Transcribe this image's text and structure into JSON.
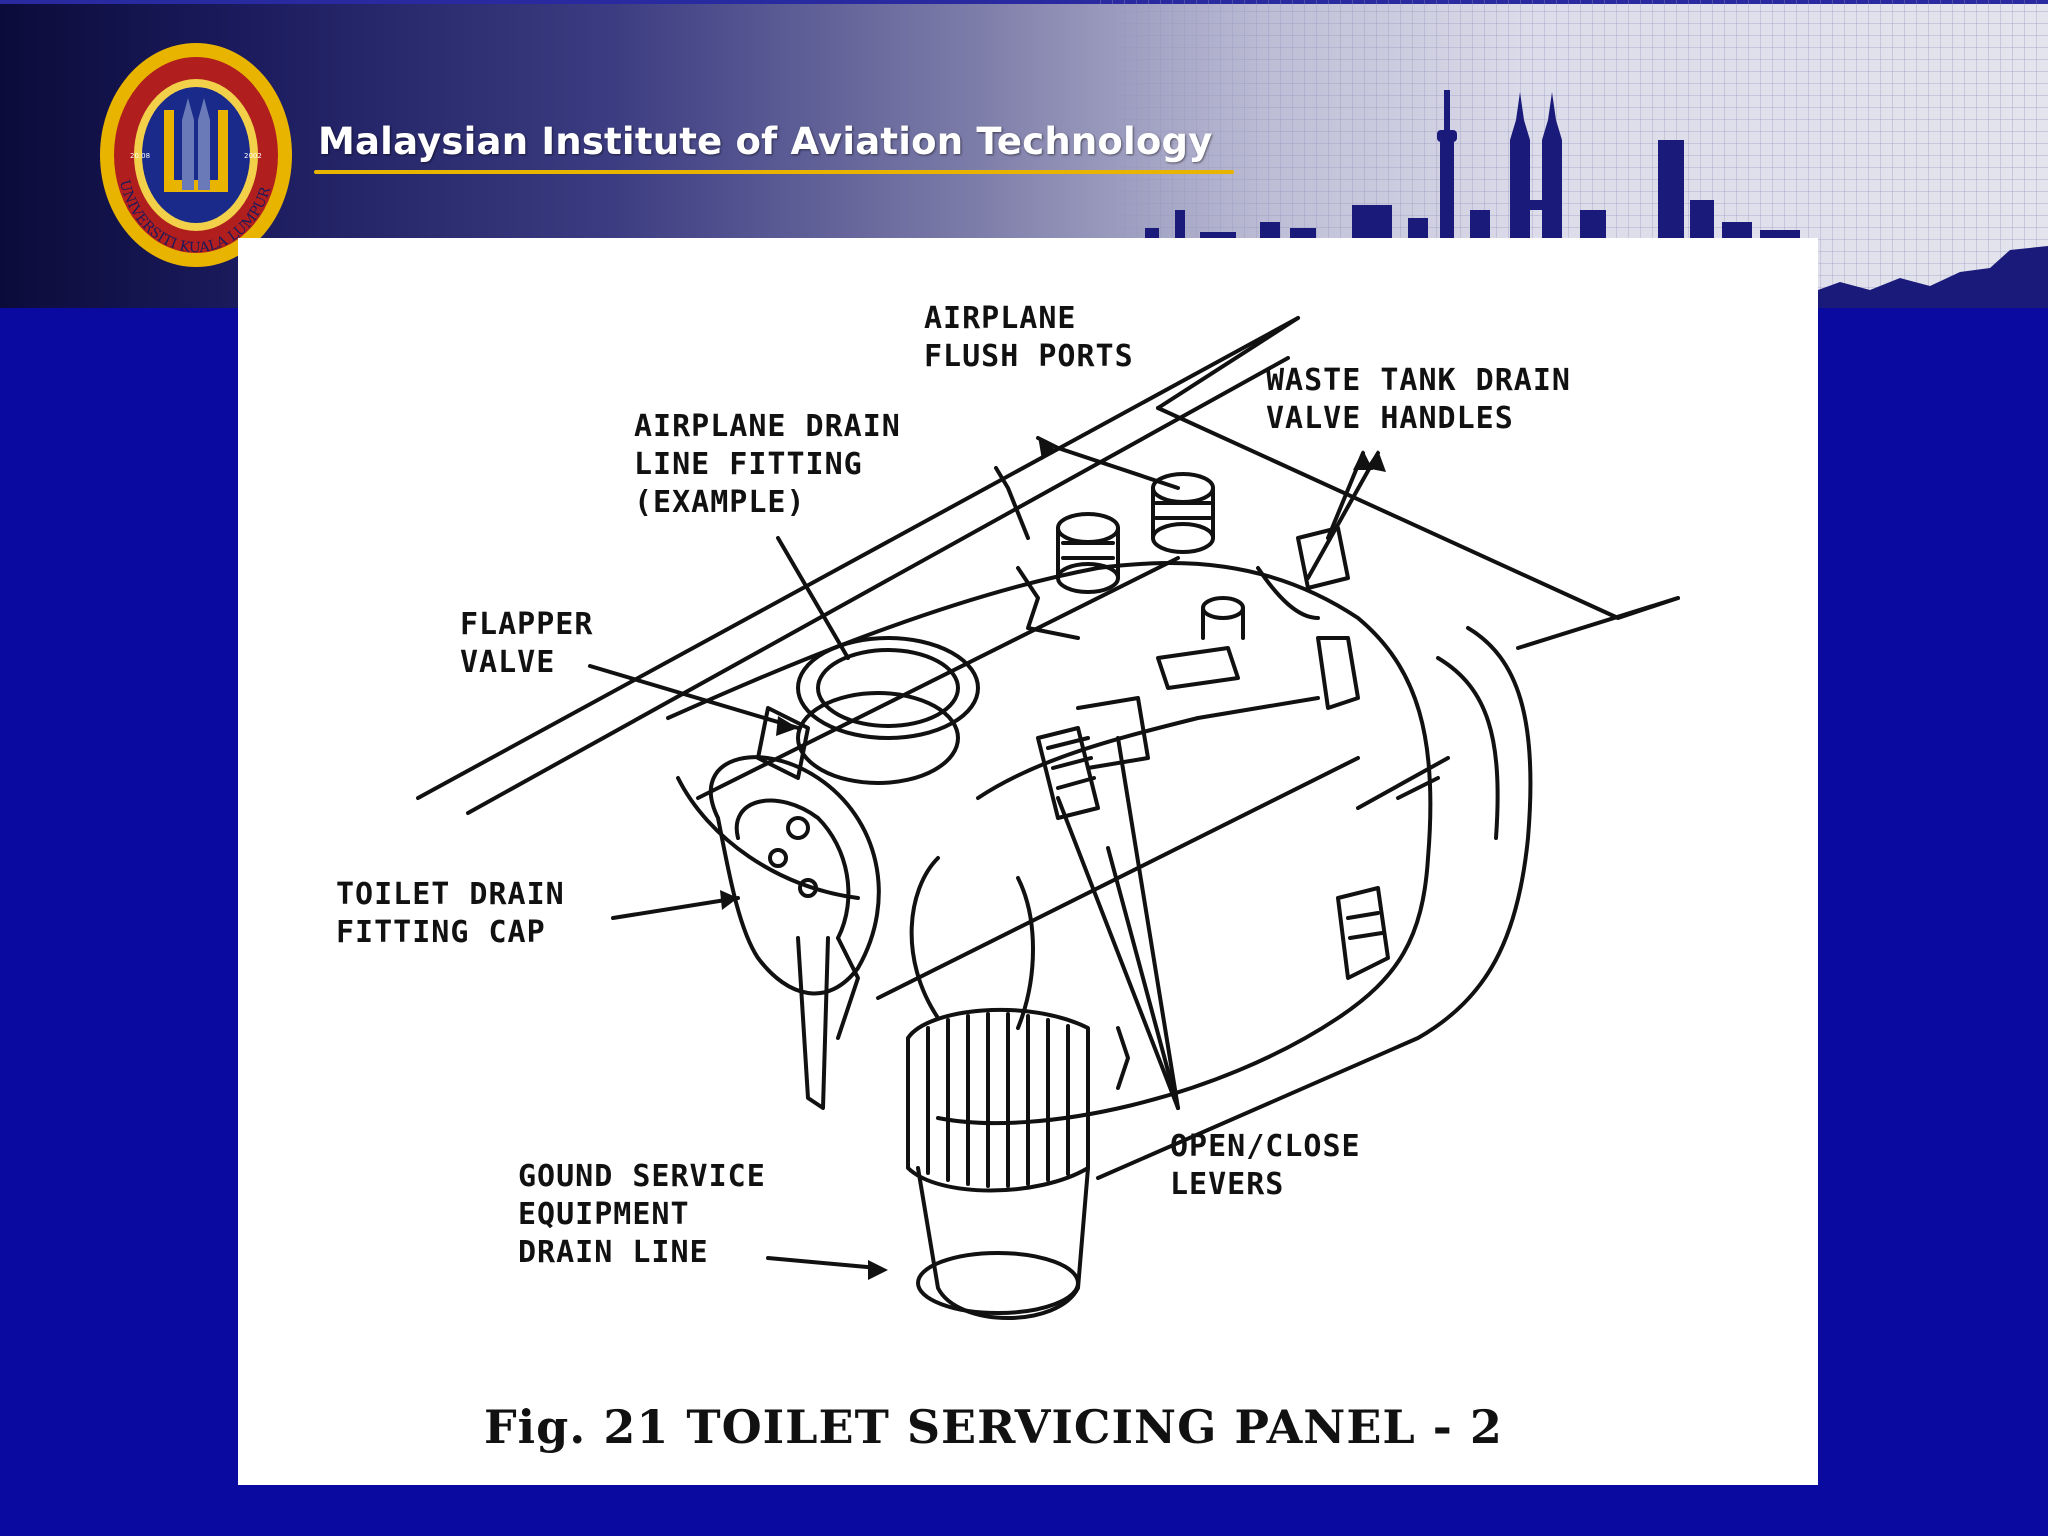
{
  "header": {
    "institution": "Malaysian Institute of Aviation Technology",
    "logo_text_arc": "UNIVERSITI KUALA LUMPUR",
    "logo_year_left": "20.08",
    "logo_year_right": "2002",
    "colors": {
      "gold": "#e8b400",
      "navy": "#0a0aa0",
      "skyline": "#1a1a7a"
    }
  },
  "figure": {
    "caption": "Fig. 21  TOILET SERVICING PANEL - 2",
    "labels": {
      "flush_ports": "AIRPLANE\nFLUSH PORTS",
      "waste_tank": "WASTE TANK DRAIN\nVALVE HANDLES",
      "drain_line_fitting": "AIRPLANE DRAIN\nLINE FITTING\n(EXAMPLE)",
      "flapper_valve": "FLAPPER\nVALVE",
      "toilet_drain_cap": "TOILET DRAIN\nFITTING CAP",
      "open_close_levers": "OPEN/CLOSE\nLEVERS",
      "ground_service": "GOUND SERVICE\nEQUIPMENT\nDRAIN LINE"
    }
  }
}
